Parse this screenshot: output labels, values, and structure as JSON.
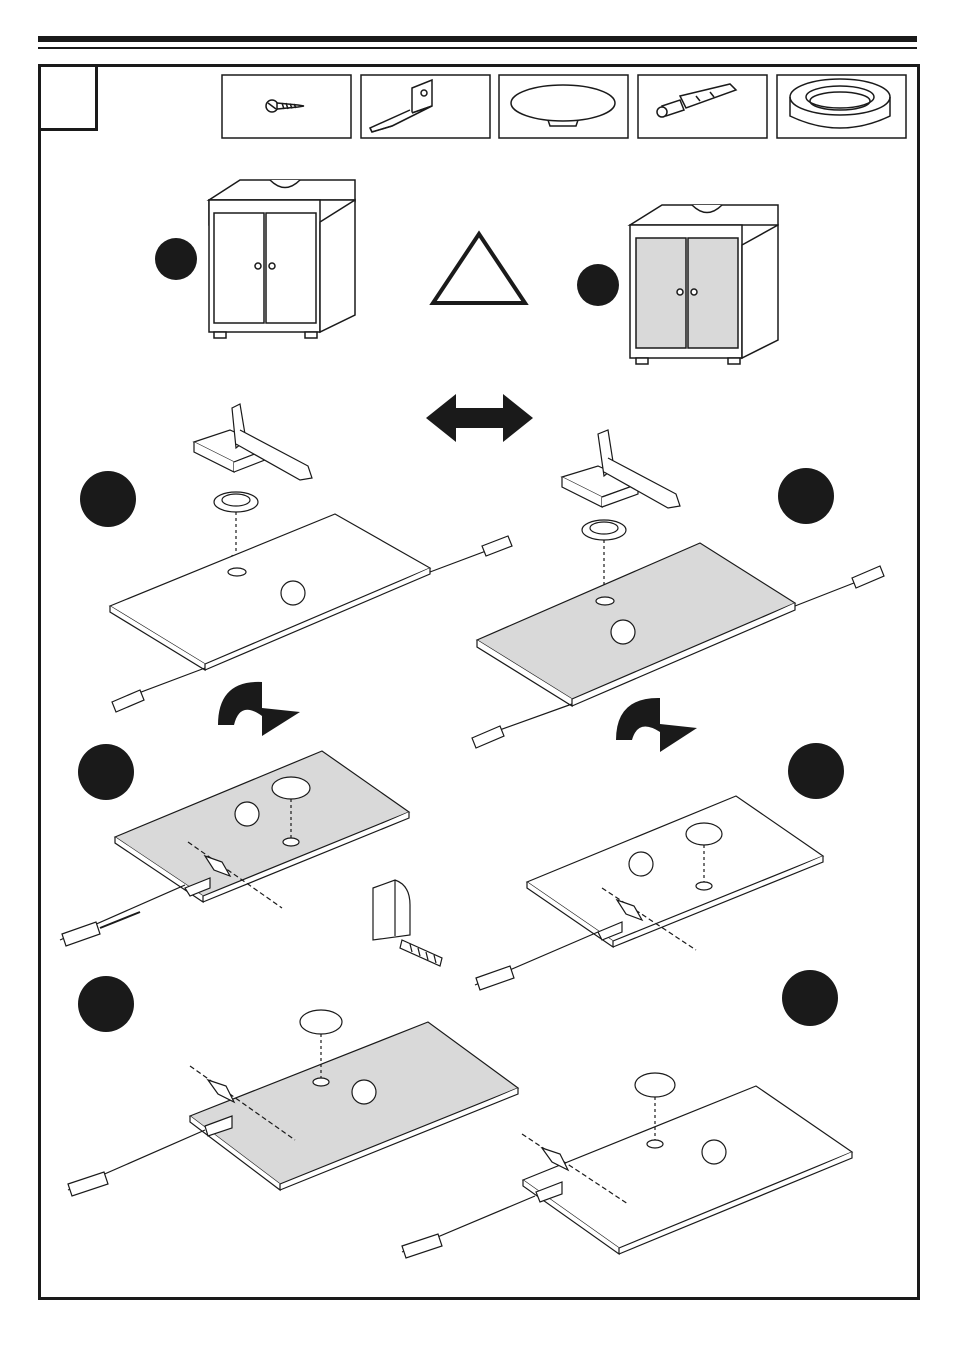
{
  "document": {
    "step_number": "",
    "parts": [
      {
        "name": "screw",
        "icon": "screw-icon",
        "label": ""
      },
      {
        "name": "l-bracket",
        "icon": "bracket-icon",
        "label": ""
      },
      {
        "name": "cover-cap",
        "icon": "cap-icon",
        "label": ""
      },
      {
        "name": "wall-plug",
        "icon": "dowel-icon",
        "label": ""
      },
      {
        "name": "grommet",
        "icon": "grommet-icon",
        "label": ""
      }
    ],
    "variants": [
      {
        "id": "A",
        "marker": "",
        "panel_color": "#ffffff"
      },
      {
        "id": "B",
        "marker": "",
        "panel_color": "#d9d9d9"
      }
    ],
    "steps": [
      {
        "marker": ""
      },
      {
        "marker": ""
      },
      {
        "marker": ""
      },
      {
        "marker": ""
      },
      {
        "marker": ""
      },
      {
        "marker": ""
      }
    ],
    "colors": {
      "ink": "#1a1a1a",
      "shade": "#d9d9d9",
      "paper": "#ffffff"
    }
  }
}
